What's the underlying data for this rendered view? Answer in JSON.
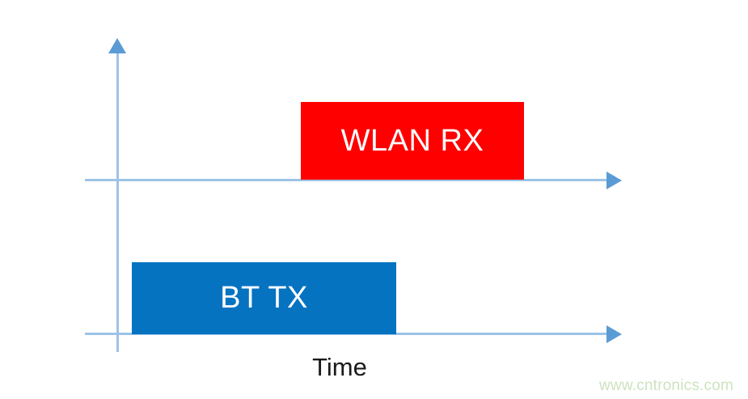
{
  "figure": {
    "title": "",
    "axis_color": "#9DC3E6",
    "arrow_color": "#5B9BD5",
    "background": "#ffffff"
  },
  "axes": {
    "wlan_axis_name": "wlan-timeline-axis",
    "bt_axis_name": "bt-timeline-axis",
    "vertical_axis_name": "amplitude-axis",
    "x_axis_label": "Time"
  },
  "blocks": [
    {
      "label": "WLAN RX",
      "color": "#FF0000",
      "track": "wlan",
      "start": 0.38,
      "end": 0.78
    },
    {
      "label": "BT TX",
      "color": "#0673C1",
      "track": "bt",
      "start": 0.09,
      "end": 0.58
    }
  ],
  "watermark": {
    "text": "www.cntronics.com",
    "color": "#CDE3C0"
  },
  "chart_data": {
    "type": "bar",
    "title": "",
    "subtitle": "",
    "xlabel": "Time",
    "ylabel": "",
    "grid": false,
    "legend": null,
    "description": "Timing diagram showing two coexistence activity tracks on a shared time axis: a WLAN RX reception burst on the upper timeline overlapping in time with a BT TX transmit burst on the lower timeline.",
    "categories": [
      "WLAN RX",
      "BT TX"
    ],
    "series": [
      {
        "name": "WLAN RX",
        "track_index": 0,
        "color": "#FF0000",
        "intervals": [
          [
            0.38,
            0.78
          ]
        ],
        "values": [
          1
        ]
      },
      {
        "name": "BT TX",
        "track_index": 1,
        "color": "#0673C1",
        "intervals": [
          [
            0.09,
            0.58
          ]
        ],
        "values": [
          1
        ]
      }
    ],
    "xlim": [
      0,
      1
    ],
    "ylim": [
      0,
      1
    ],
    "tick_labels": []
  }
}
